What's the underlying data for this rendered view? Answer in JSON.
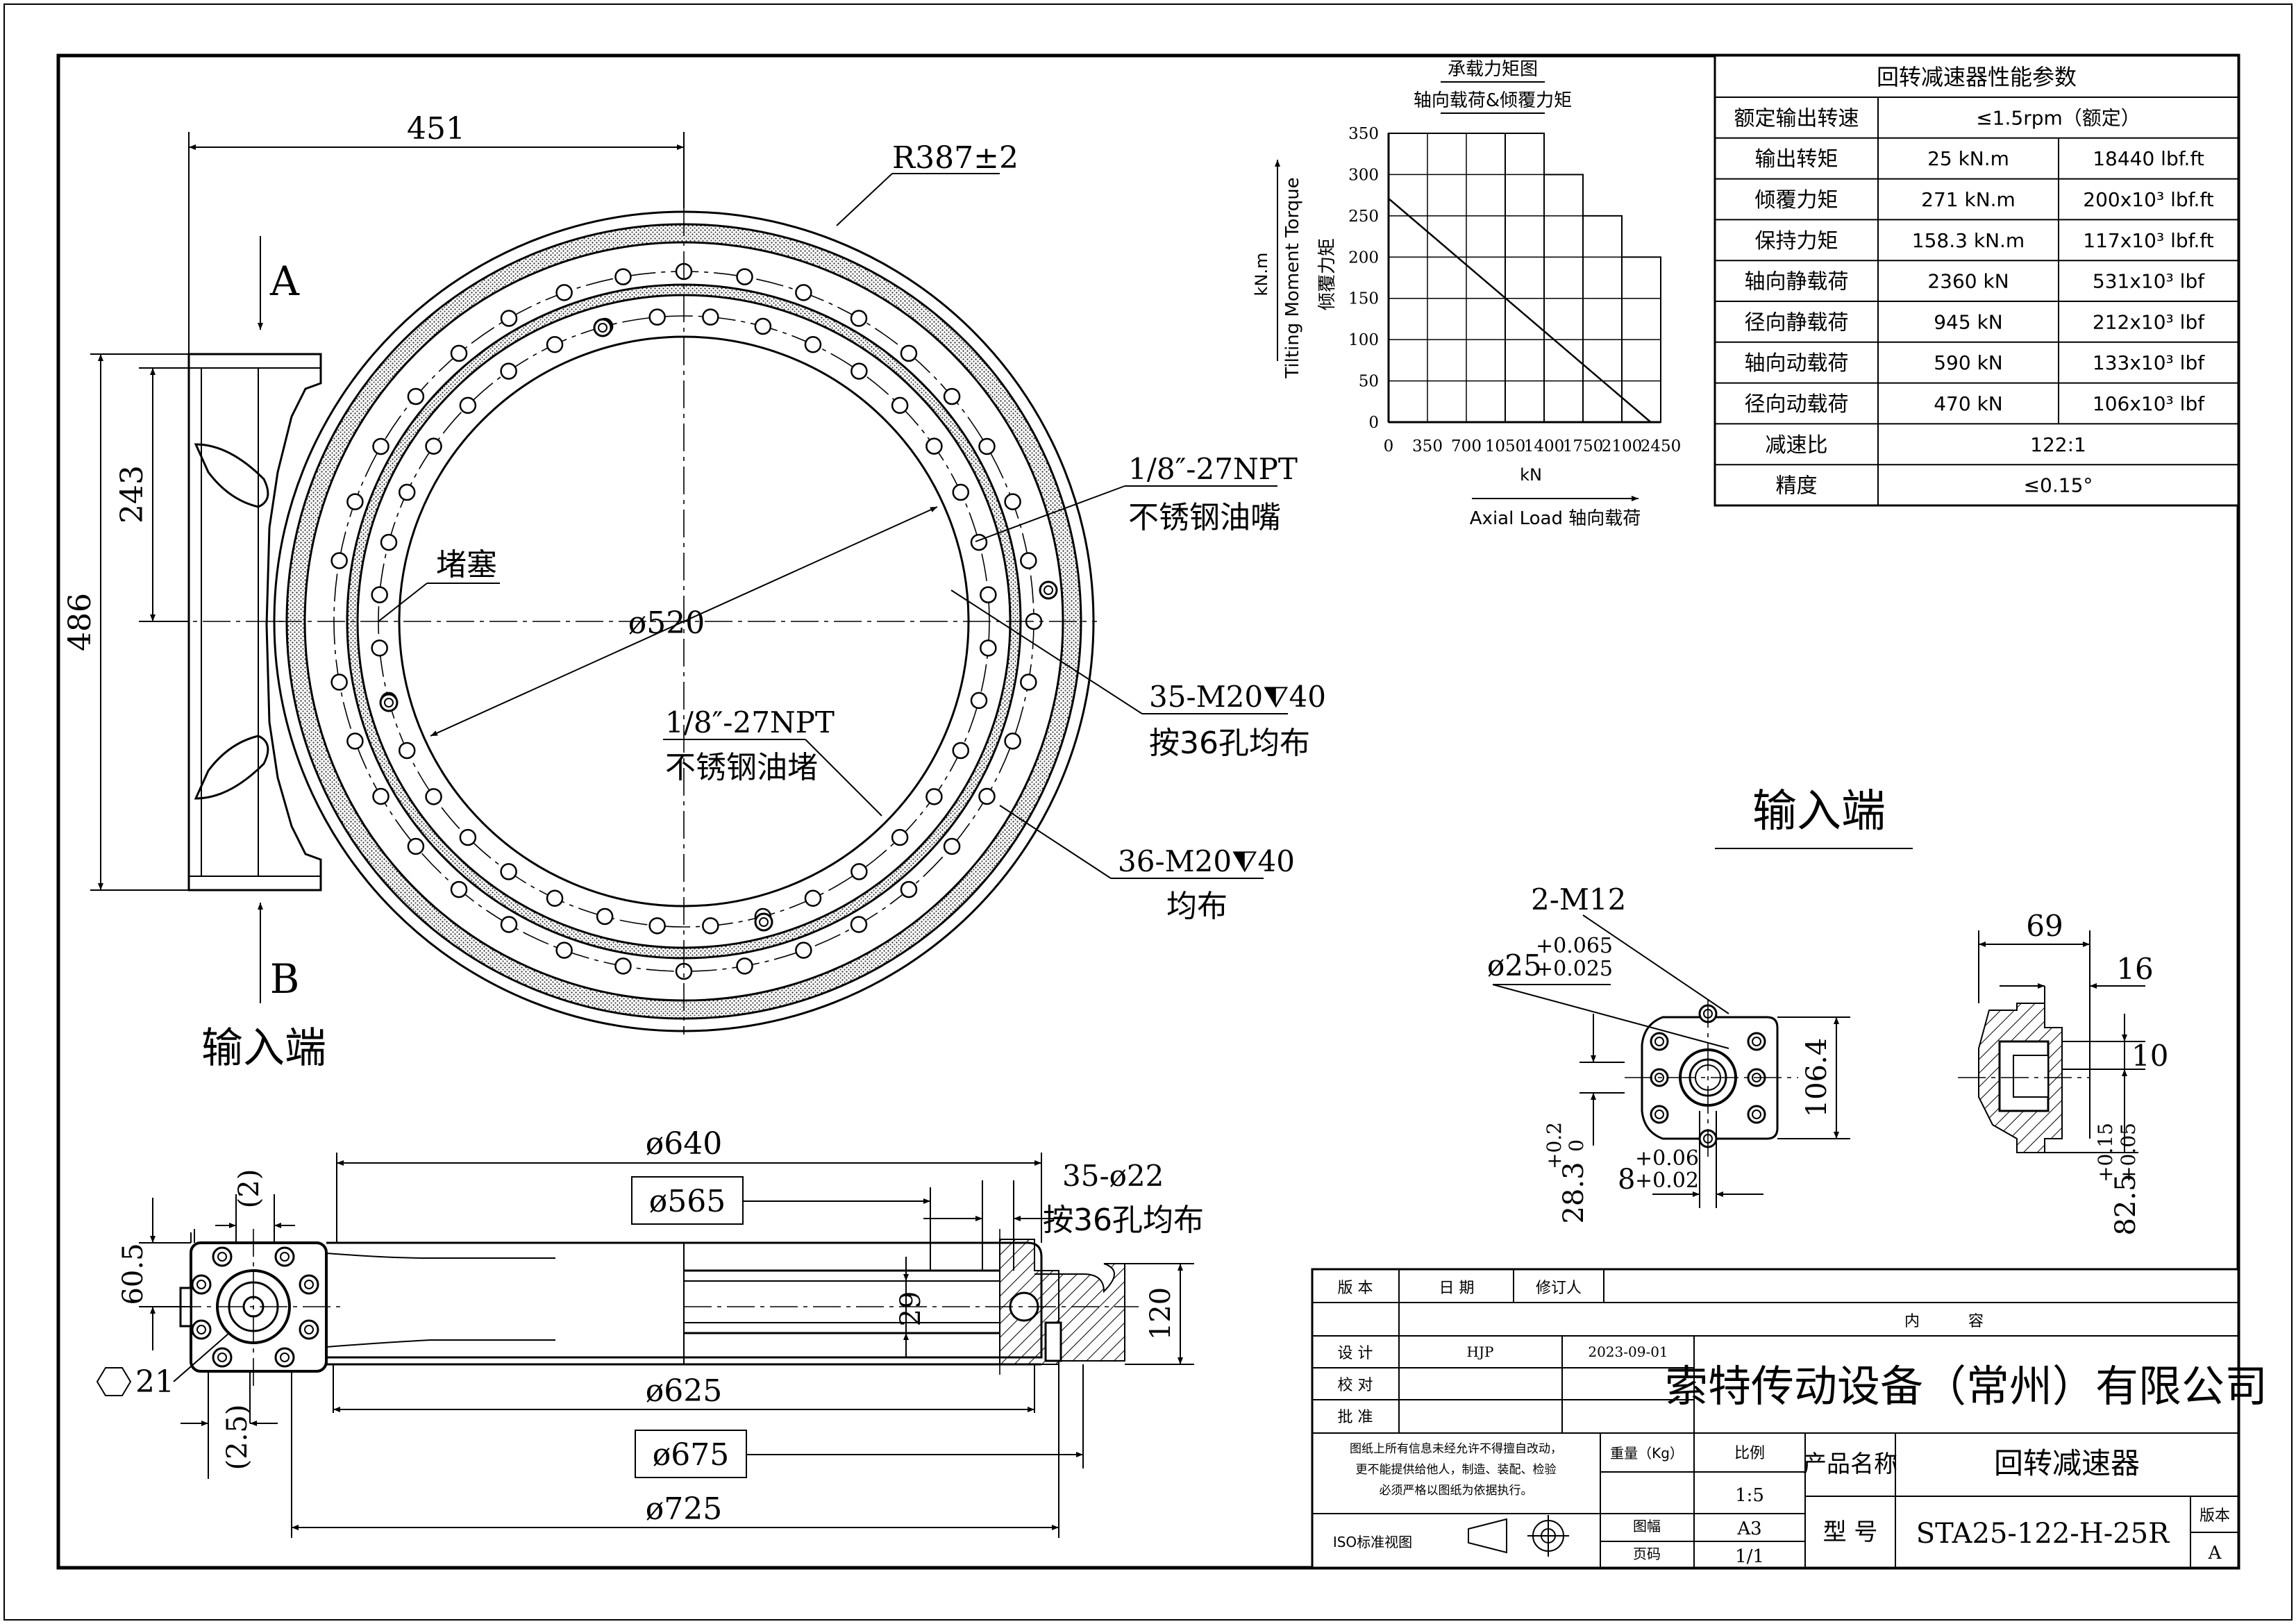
{
  "drawing": {
    "main_view": {
      "dim_451": "451",
      "dim_R387": "R387±2",
      "label_A": "A",
      "label_B": "B",
      "dim_243": "243",
      "dim_486": "486",
      "dim_520": "ø520",
      "plug_label": "堵塞",
      "fitting_1_spec": "1/8″-27NPT",
      "fitting_1_name": "不锈钢油嘴",
      "fitting_2_spec": "1/8″-27NPT",
      "fitting_2_name": "不锈钢油堵",
      "holes_1_spec": "35-M20⧨40",
      "holes_1_note": "按36孔均布",
      "holes_2_spec": "36-M20⧨40",
      "holes_2_note": "均布",
      "input_end_label": "输入端"
    },
    "section_view": {
      "dim_640": "ø640",
      "dim_565": "ø565",
      "dim_625": "ø625",
      "dim_675": "ø675",
      "dim_725": "ø725",
      "holes_spec": "35-ø22",
      "holes_note": "按36孔均布",
      "dim_2": "(2)",
      "dim_2_5": "(2.5)",
      "dim_60_5": "60.5",
      "dim_21": "21",
      "dim_29": "29",
      "dim_120": "120"
    },
    "input_end_view": {
      "title": "输入端",
      "tapped_holes": "2-M12",
      "bore_dia": "ø25",
      "bore_tol_upper": "+0.065",
      "bore_tol_lower": "+0.025",
      "dim_106_4": "106.4",
      "dim_28_3": "28.3",
      "tol_28_upper": "+0.2",
      "tol_28_lower": "0",
      "key_width": "8",
      "key_tol_upper": "+0.06",
      "key_tol_lower": "+0.02",
      "dim_69": "69",
      "dim_16": "16",
      "dim_10": "10",
      "dim_82_5": "82.5",
      "tol_82_upper": "+0.15",
      "tol_82_lower": "+0.05"
    }
  },
  "chart_title": "承载力矩图",
  "chart_subtitle": "轴向载荷&倾覆力矩",
  "chart_data": {
    "type": "line",
    "title": "承载力矩图",
    "subtitle": "轴向载荷&倾覆力矩",
    "xlabel_unit": "kN",
    "xlabel": "Axial Load 轴向载荷",
    "ylabel_unit": "kN.m",
    "ylabel": "Tilting Moment Torque",
    "ylabel_cn": "倾覆力矩",
    "xlim": [
      0,
      2450
    ],
    "ylim": [
      0,
      350
    ],
    "x_ticks": [
      0,
      350,
      700,
      1050,
      1400,
      1750,
      2100,
      2450
    ],
    "y_ticks": [
      0,
      50,
      100,
      150,
      200,
      250,
      300,
      350
    ],
    "grid": true,
    "grid_envelope": [
      {
        "x0": 0,
        "x1": 1050,
        "y_max": 350
      },
      {
        "x0": 1050,
        "x1": 1400,
        "y_max": 350
      },
      {
        "x0": 1400,
        "x1": 1750,
        "y_max": 300
      },
      {
        "x0": 1750,
        "x1": 2100,
        "y_max": 250
      },
      {
        "x0": 2100,
        "x1": 2450,
        "y_max": 200
      }
    ],
    "series": [
      {
        "x": [
          0,
          2360
        ],
        "y": [
          271,
          0
        ]
      }
    ]
  },
  "params_table": {
    "title": "回转减速器性能参数",
    "rows": [
      {
        "label": "额定输出转速",
        "merged": "≤1.5rpm（额定）"
      },
      {
        "label": "输出转矩",
        "metric": "25 kN.m",
        "imperial": "18440 lbf.ft"
      },
      {
        "label": "倾覆力矩",
        "metric": "271 kN.m",
        "imperial": "200x10³ lbf.ft"
      },
      {
        "label": "保持力矩",
        "metric": "158.3 kN.m",
        "imperial": "117x10³ lbf.ft"
      },
      {
        "label": "轴向静载荷",
        "metric": "2360 kN",
        "imperial": "531x10³ lbf"
      },
      {
        "label": "径向静载荷",
        "metric": "945 kN",
        "imperial": "212x10³ lbf"
      },
      {
        "label": "轴向动载荷",
        "metric": "590 kN",
        "imperial": "133x10³ lbf"
      },
      {
        "label": "径向动载荷",
        "metric": "470 kN",
        "imperial": "106x10³ lbf"
      },
      {
        "label": "减速比",
        "merged": "122:1"
      },
      {
        "label": "精度",
        "merged": "≤0.15°"
      }
    ]
  },
  "title_block": {
    "rev_header": "版 本",
    "date_header": "日 期",
    "reviser_header": "修订人",
    "content_header": "内          容",
    "design_label": "设 计",
    "designer": "HJP",
    "design_date": "2023-09-01",
    "check_label": "校 对",
    "approve_label": "批 准",
    "company": "索特传动设备（常州）有限公司",
    "notice_line1": "图纸上所有信息未经允许不得擅自改动，",
    "notice_line2": "更不能提供给他人，制造、装配、检验",
    "notice_line3": "必须严格以图纸为依据执行。",
    "weight_label": "重量（Kg）",
    "scale_label": "比例",
    "scale_value": "1:5",
    "product_name_label": "产品名称",
    "product_name": "回转减速器",
    "iso_label": "ISO标准视图",
    "format_label": "图幅",
    "format_value": "A3",
    "page_label": "页码",
    "page_value": "1/1",
    "model_label": "型  号",
    "model_value": "STA25-122-H-25R",
    "version_label": "版本",
    "version_value": "A"
  }
}
